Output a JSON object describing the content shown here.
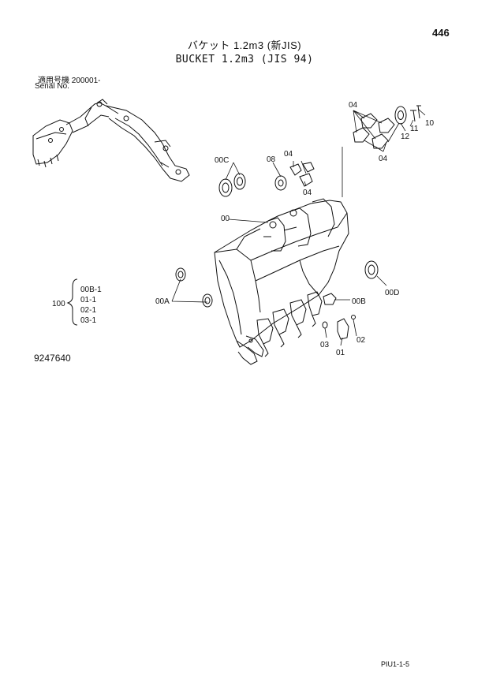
{
  "page_number": "446",
  "title_jp": "バケット 1.2m3 (新JIS)",
  "title_en": "BUCKET 1.2m3 (JIS 94)",
  "serial_label_jp": "適用号機  200001-",
  "serial_label_en": "Serial No.",
  "drawing_code": "9247640",
  "footer_code": "PIU1-1-5",
  "callouts": {
    "c04_top": "04",
    "c10": "10",
    "c11": "11",
    "c12": "12",
    "c04_right": "04",
    "c00C": "00C",
    "c08": "08",
    "c04_mid": "04",
    "c04_mid2": "04",
    "c00": "00",
    "c00D": "00D",
    "c00A": "00A",
    "c00B": "00B",
    "c03": "03",
    "c01": "01",
    "c02": "02",
    "c100": "100"
  },
  "kit_items": [
    "00B-1",
    "01-1",
    "02-1",
    "03-1"
  ]
}
